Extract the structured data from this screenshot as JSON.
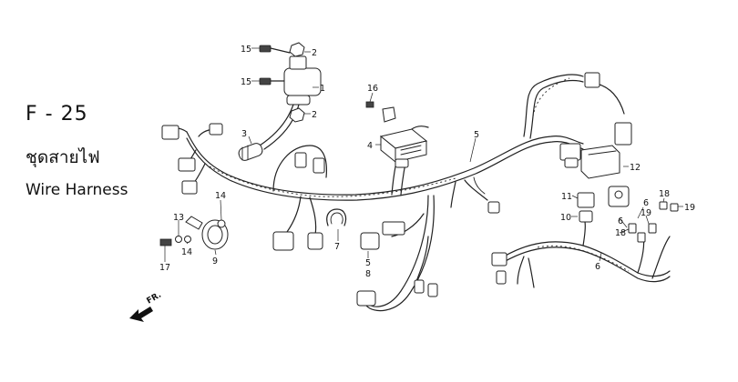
{
  "header": {
    "section_code": "F - 25",
    "title_thai": "ชุดสายไฟ",
    "title_english": "Wire Harness"
  },
  "direction_marker": {
    "label": "FR."
  },
  "callouts": [
    "1",
    "2",
    "2",
    "3",
    "4",
    "5",
    "5",
    "6",
    "6",
    "6",
    "7",
    "8",
    "9",
    "10",
    "11",
    "12",
    "13",
    "14",
    "14",
    "15",
    "15",
    "16",
    "17",
    "18",
    "18",
    "19",
    "19"
  ]
}
